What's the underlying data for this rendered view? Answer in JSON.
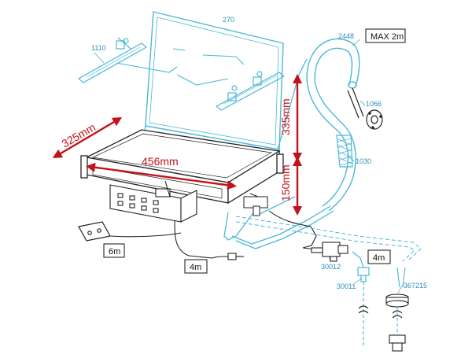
{
  "part_numbers": {
    "hood": "270",
    "hose": "2448",
    "left_handle": "1110",
    "flange": "1066",
    "braided_hose": "1030",
    "valve": "30012",
    "tap_connector": "30011",
    "tank_cap": "367215"
  },
  "dimensions": {
    "depth": "325mm",
    "width": "456mm",
    "hood_height": "335mm",
    "body_height": "150mm"
  },
  "boxes": {
    "max_length": "MAX 2m",
    "cable_length": "6m",
    "wire_length": "4m",
    "pipe_length": "4m"
  },
  "colors": {
    "line_cyan": "#4bb8d8",
    "line_dark": "#222222",
    "dimension_red": "#c4121b",
    "label_blue": "#2a8fb8"
  }
}
